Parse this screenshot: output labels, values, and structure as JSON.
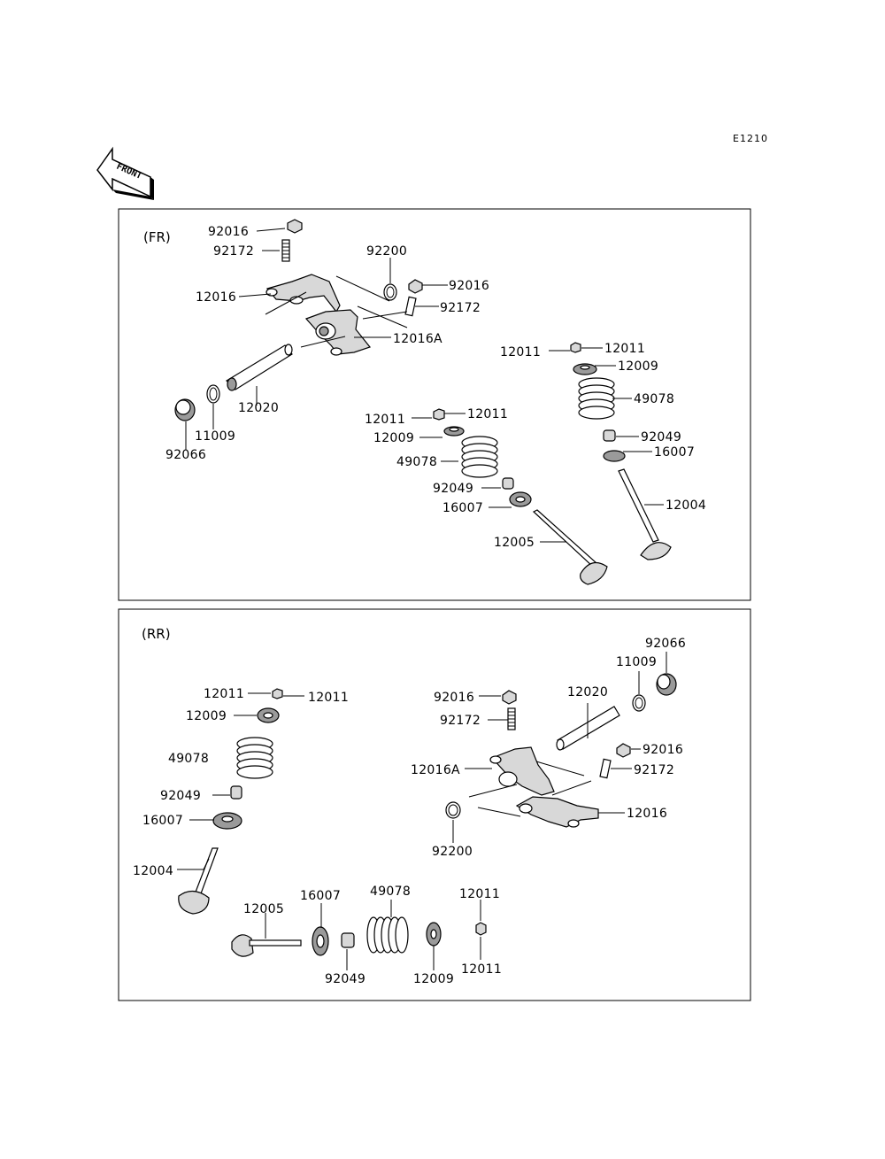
{
  "diagram_code": "E1210",
  "front_arrow": {
    "text": "FRONT",
    "icon": "front-arrow-icon"
  },
  "sections": {
    "fr": {
      "title": "(FR)",
      "labels": [
        "92016",
        "92172",
        "12016",
        "92200",
        "92016",
        "92172",
        "12016A",
        "12020",
        "11009",
        "92066",
        "12011",
        "12011",
        "12009",
        "49078",
        "92049",
        "16007",
        "12005",
        "12011",
        "12011",
        "12009",
        "49078",
        "92049",
        "16007",
        "12004"
      ]
    },
    "rr": {
      "title": "(RR)",
      "labels": [
        "12011",
        "12011",
        "12009",
        "49078",
        "92049",
        "16007",
        "12004",
        "12005",
        "16007",
        "49078",
        "92049",
        "12009",
        "12011",
        "12011",
        "92016",
        "92172",
        "12020",
        "11009",
        "92066",
        "92016",
        "92172",
        "12016A",
        "12016",
        "92200"
      ]
    }
  }
}
